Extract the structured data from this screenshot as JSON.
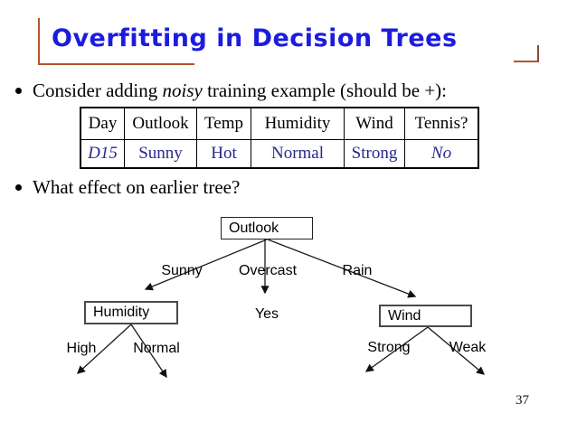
{
  "slide": {
    "title": "Overfitting in Decision Trees",
    "page_number": "37"
  },
  "bullets": {
    "b1_pre": "Consider adding ",
    "b1_em": "noisy",
    "b1_post": " training example (should be +):",
    "b2": "What effect on earlier tree?"
  },
  "table": {
    "headers": [
      "Day",
      "Outlook",
      "Temp",
      "Humidity",
      "Wind",
      "Tennis?"
    ],
    "row": [
      "D15",
      "Sunny",
      "Hot",
      "Normal",
      "Strong",
      "No"
    ]
  },
  "tree": {
    "root": "Outlook",
    "branch_labels": [
      "Sunny",
      "Overcast",
      "Rain"
    ],
    "left_node": "Humidity",
    "center_leaf": "Yes",
    "right_node": "Wind",
    "left_edge_labels": [
      "High",
      "Normal"
    ],
    "right_edge_labels": [
      "Strong",
      "Weak"
    ]
  },
  "colors": {
    "title_blue": "#1c1cdf",
    "bracket_orange": "#b5532f",
    "table_value_navy": "#28288c"
  }
}
